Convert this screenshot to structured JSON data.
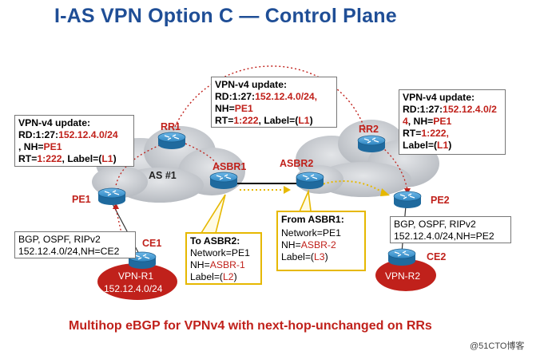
{
  "title": "I-AS VPN Option C — Control Plane",
  "caption": "Multihop eBGP for VPNv4 with next-hop-unchanged on RRs",
  "watermark": "@51CTO博客",
  "as_label": "AS #1",
  "routers": {
    "rr1": "RR1",
    "rr2": "RR2",
    "asbr1": "ASBR1",
    "asbr2": "ASBR2",
    "pe1": "PE1",
    "pe2": "PE2",
    "ce1": "CE1",
    "ce2": "CE2"
  },
  "vpn_sites": {
    "r1_name": "VPN-R1",
    "r1_prefix": "152.12.4.0/24",
    "r2_name": "VPN-R2"
  },
  "left_update": {
    "heading": "VPN-v4 update:",
    "rd_prefix": "RD:1:27:",
    "rd_value": "152.12.4.0/24",
    "nh_prefix": ", NH=",
    "nh_value": "PE1",
    "rt_prefix": "RT=",
    "rt_value": "1:222",
    "label_prefix": ", Label=(",
    "label_value": "L1",
    "label_suffix": ")"
  },
  "middle_update": {
    "heading": "VPN-v4 update:",
    "rd_prefix": "RD:1:27:",
    "rd_value": "152.12.4.0/24,",
    "nh_prefix": "NH=",
    "nh_value": "PE1",
    "rt_prefix": "RT=",
    "rt_value": "1:222",
    "label_prefix": ", Label=(",
    "label_value": "L1",
    "label_suffix": ")"
  },
  "right_update": {
    "heading": "VPN-v4 update:",
    "rd_prefix": "RD:1:27:",
    "rd_value_a": "152.12.4.0/2",
    "rd_value_b": "4",
    "nh_prefix": ", NH=",
    "nh_value": "PE1",
    "rt_prefix": "RT=",
    "rt_value": "1:222,",
    "label_prefix": "Label=(",
    "label_value": "L1",
    "label_suffix": ")"
  },
  "left_bgp": {
    "line1": "BGP, OSPF, RIPv2",
    "line2": "152.12.4.0/24,NH=CE2"
  },
  "right_bgp": {
    "line1": "BGP, OSPF, RIPv2",
    "line2": "152.12.4.0/24,NH=PE2"
  },
  "to_asbr2": {
    "heading": "To ASBR2:",
    "network": "Network=PE1",
    "nh_prefix": "NH=",
    "nh_value": "ASBR-1",
    "label_prefix": "Label=(",
    "label_value": "L2",
    "label_suffix": ")"
  },
  "from_asbr1": {
    "heading": "From ASBR1:",
    "network": "Network=PE1",
    "nh_prefix": "NH=",
    "nh_value": "ASBR-2",
    "label_prefix": "Label=(",
    "label_value": "L3",
    "label_suffix": ")"
  },
  "colors": {
    "title": "#1f4e96",
    "accent_red": "#c0211b",
    "router_blue": "#2e86c1",
    "cloud_gray": "#c9ccd1",
    "yellow_box": "#e6b800"
  }
}
